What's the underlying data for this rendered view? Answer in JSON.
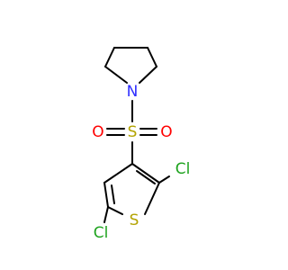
{
  "molecule": {
    "atoms": {
      "N": {
        "symbol": "N",
        "color": "#2f2fff"
      },
      "S_sulfonyl": {
        "symbol": "S",
        "color": "#b3a300"
      },
      "O_left": {
        "symbol": "O",
        "color": "#ff0000"
      },
      "O_right": {
        "symbol": "O",
        "color": "#ff0000"
      },
      "S_ring": {
        "symbol": "S",
        "color": "#b3a300"
      },
      "Cl_right": {
        "symbol": "Cl",
        "color": "#1fa31f"
      },
      "Cl_left": {
        "symbol": "Cl",
        "color": "#1fa31f"
      }
    },
    "bond_color": "#000000"
  }
}
